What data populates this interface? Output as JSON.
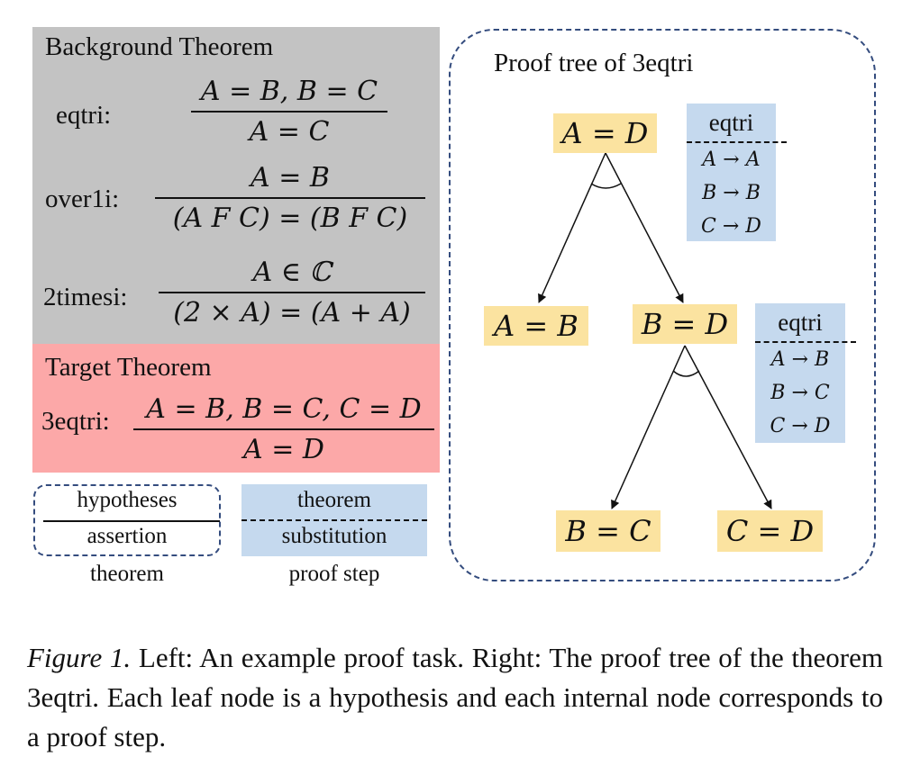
{
  "left": {
    "background_heading": "Background Theorem",
    "theorems": [
      {
        "name": "eqtri:",
        "hypotheses": "A = B,  B = C",
        "assertion": "A = C"
      },
      {
        "name": "over1i:",
        "hypotheses": "A = B",
        "assertion": "(A F C) = (B F C)"
      },
      {
        "name": "2timesi:",
        "hypotheses": "A ∈ ℂ",
        "assertion": "(2 × A) = (A + A)"
      }
    ],
    "target_heading": "Target Theorem",
    "target": {
      "name": "3eqtri:",
      "hypotheses": "A = B,  B = C,  C = D",
      "assertion": "A = D"
    }
  },
  "legend": {
    "theorem_box": {
      "top": "hypotheses",
      "bottom": "assertion",
      "caption": "theorem"
    },
    "step_box": {
      "top": "theorem",
      "bottom": "substitution",
      "caption": "proof step"
    }
  },
  "tree": {
    "title": "Proof tree of 3eqtri",
    "nodes": {
      "root": "A = D",
      "left_leaf": "A = B",
      "mid": "B = D",
      "leaf_bc": "B = C",
      "leaf_cd": "C = D"
    },
    "steps": [
      {
        "theorem": "eqtri",
        "substitutions": [
          "A → A",
          "B → B",
          "C → D"
        ]
      },
      {
        "theorem": "eqtri",
        "substitutions": [
          "A → B",
          "B → C",
          "C → D"
        ]
      }
    ]
  },
  "caption": {
    "figure_label": "Figure 1.",
    "text": " Left: An example proof task. Right: The proof tree of the theorem 3eqtri. Each leaf node is a hypothesis and each internal node corresponds to a proof step."
  }
}
